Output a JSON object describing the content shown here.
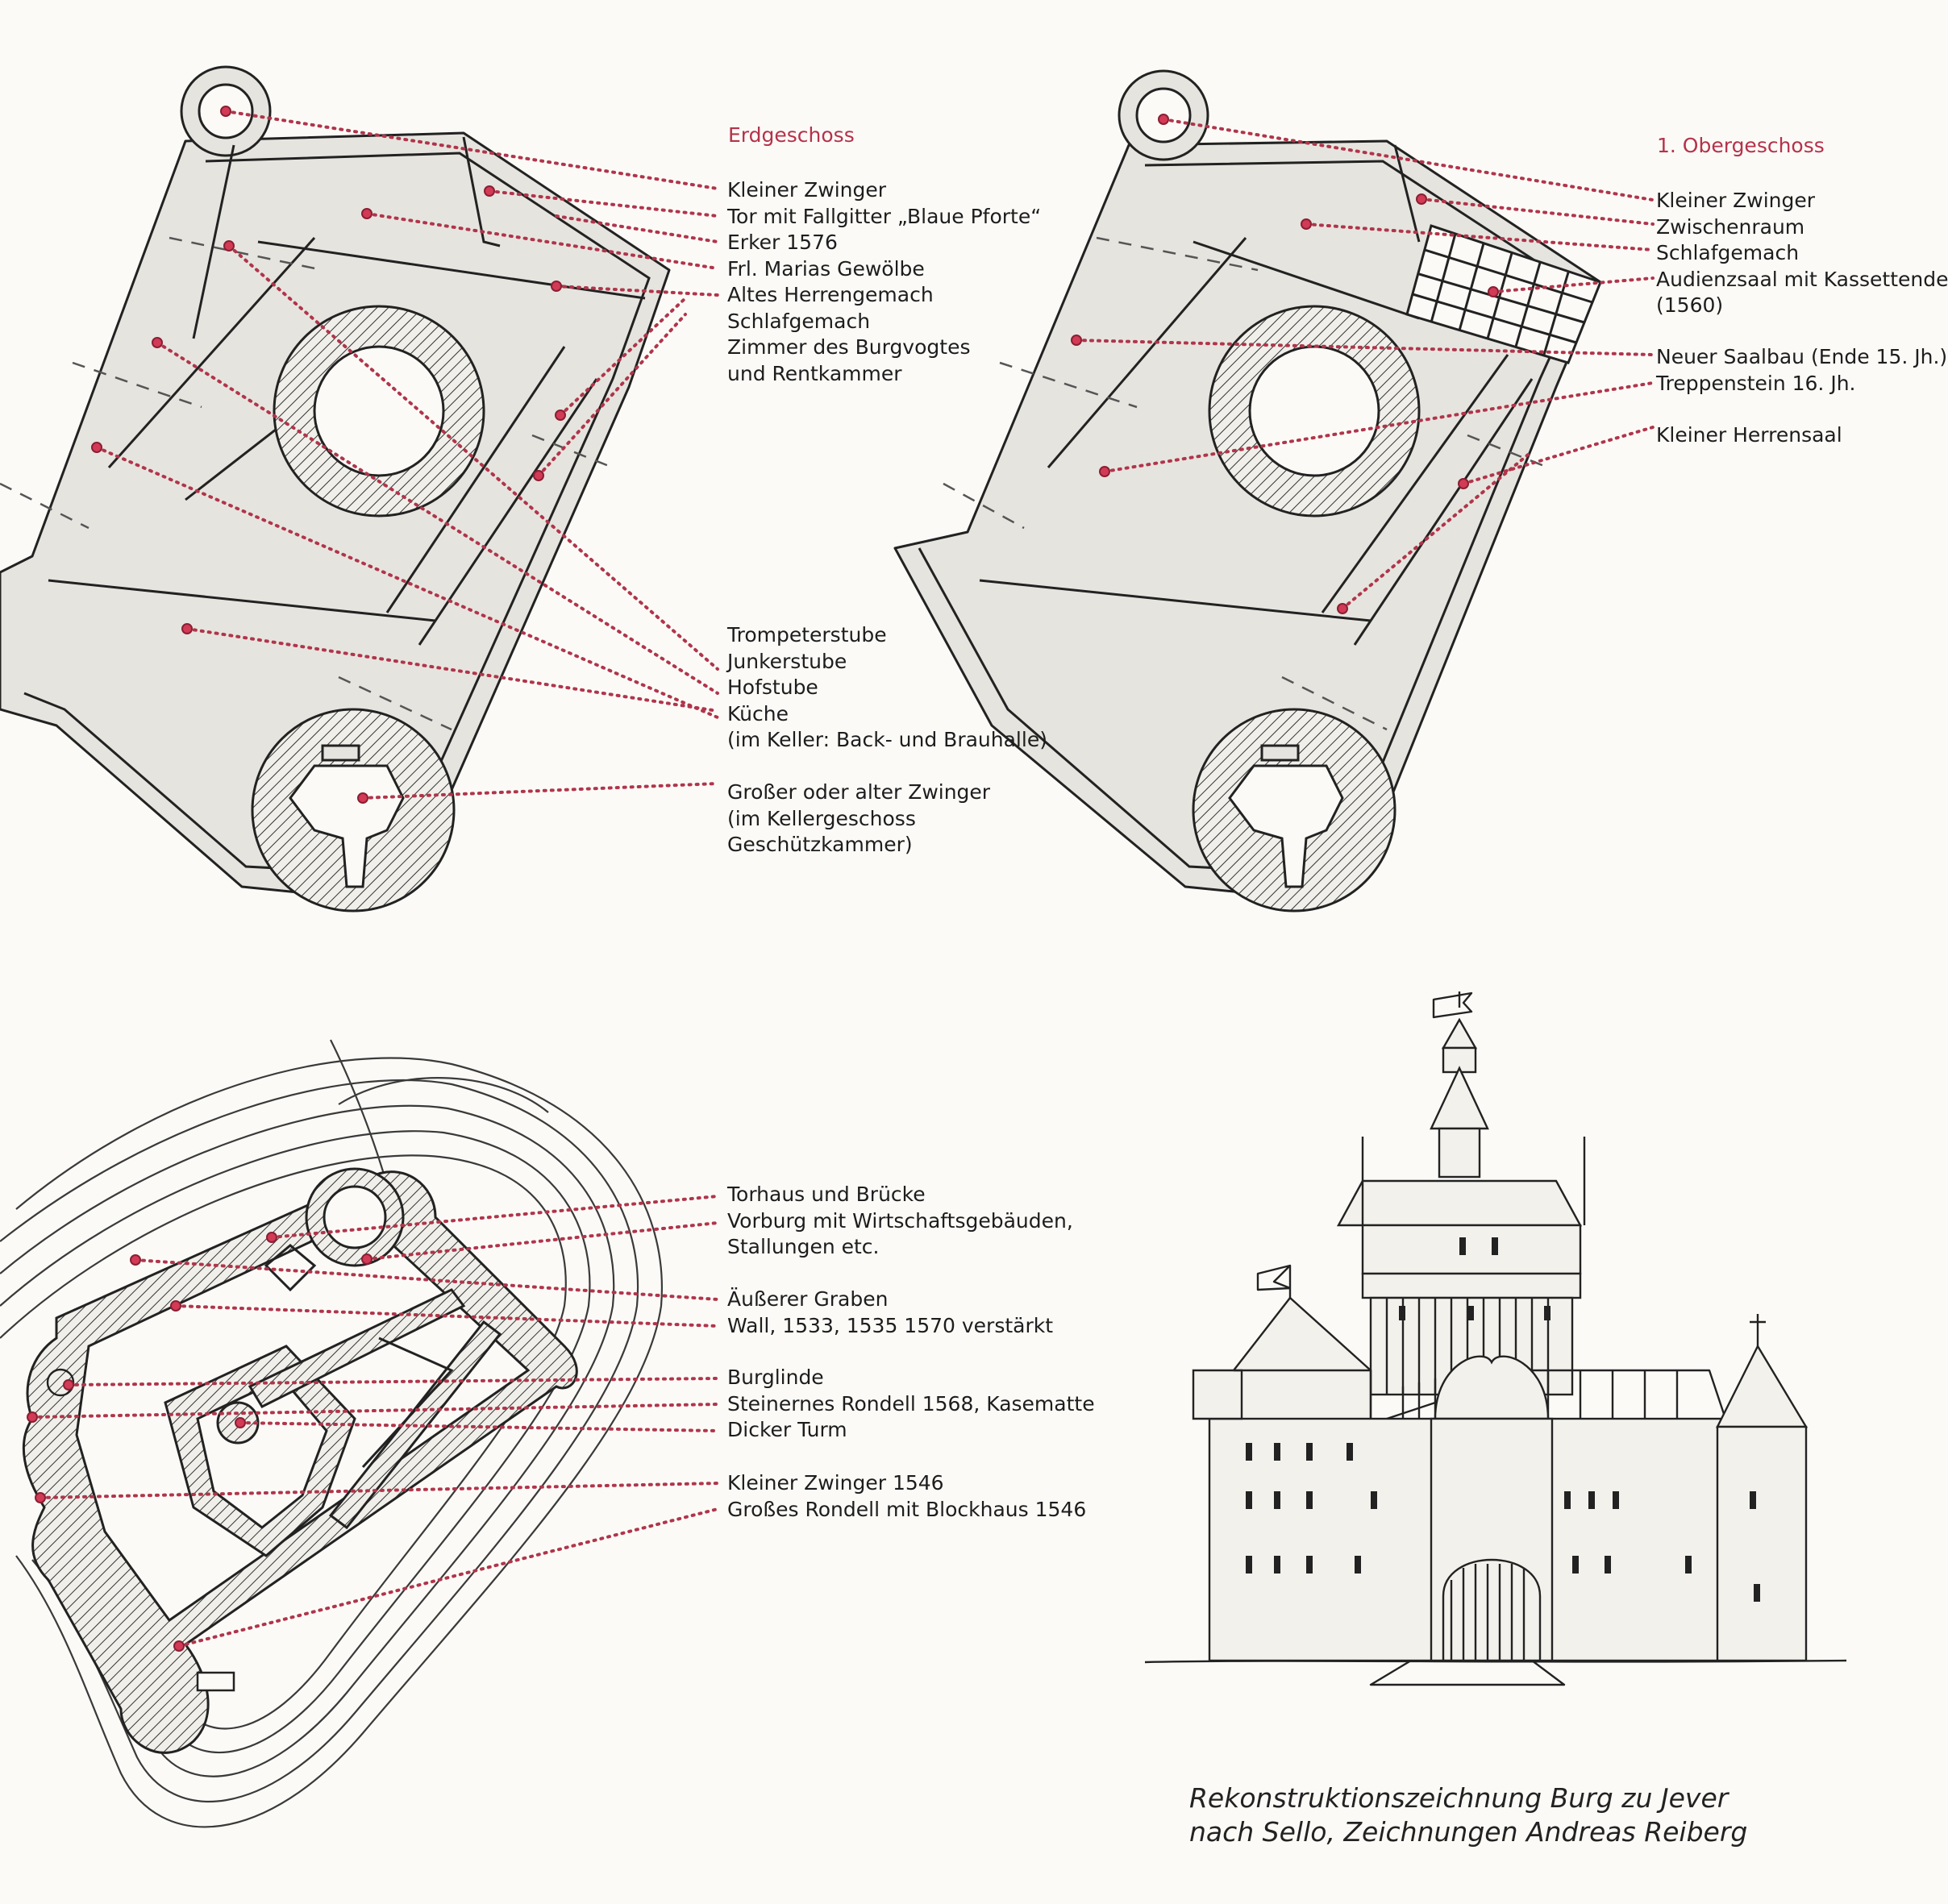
{
  "ground_floor": {
    "heading": "Erdgeschoss",
    "labels": [
      "Kleiner Zwinger",
      "Tor mit Fallgitter „Blaue Pforte“",
      "Erker 1576",
      "Frl. Marias Gewölbe",
      "Altes Herrengemach",
      "Schlafgemach",
      "Zimmer des Burgvogtes",
      "und Rentkammer"
    ],
    "labels2": [
      "Trompeterstube",
      "Junkerstube",
      "Hofstube",
      "Küche",
      "(im Keller: Back- und Brauhalle)"
    ],
    "labels3": [
      "Großer oder alter Zwinger",
      "(im Kellergeschoss",
      "Geschützkammer)"
    ]
  },
  "upper_floor": {
    "heading": "1. Obergeschoss",
    "labels": [
      "Kleiner Zwinger",
      "Zwischenraum",
      "Schlafgemach",
      "Audienzsaal mit Kassettendecke",
      "(1560)"
    ],
    "labels2": [
      "Neuer Saalbau (Ende 15. Jh.)",
      "Treppenstein 16. Jh."
    ],
    "labels3": [
      "Kleiner Herrensaal"
    ]
  },
  "site_plan": {
    "labels": [
      "Torhaus und Brücke",
      "Vorburg mit Wirtschaftsgebäuden,",
      "Stallungen etc."
    ],
    "labels2": [
      "Äußerer Graben",
      "Wall, 1533, 1535 1570 verstärkt"
    ],
    "labels3": [
      "Burglinde",
      "Steinernes Rondell 1568, Kasematte",
      "Dicker Turm"
    ],
    "labels4": [
      "Kleiner Zwinger 1546",
      "Großes Rondell mit Blockhaus 1546"
    ]
  },
  "caption": {
    "line1": "Rekonstruktionszeichnung Burg zu Jever",
    "line2": "nach Sello, Zeichnungen Andreas Reiberg"
  },
  "colors": {
    "accent": "#b5324a",
    "marker": "#d23a55",
    "ink": "#1d1d1d"
  }
}
